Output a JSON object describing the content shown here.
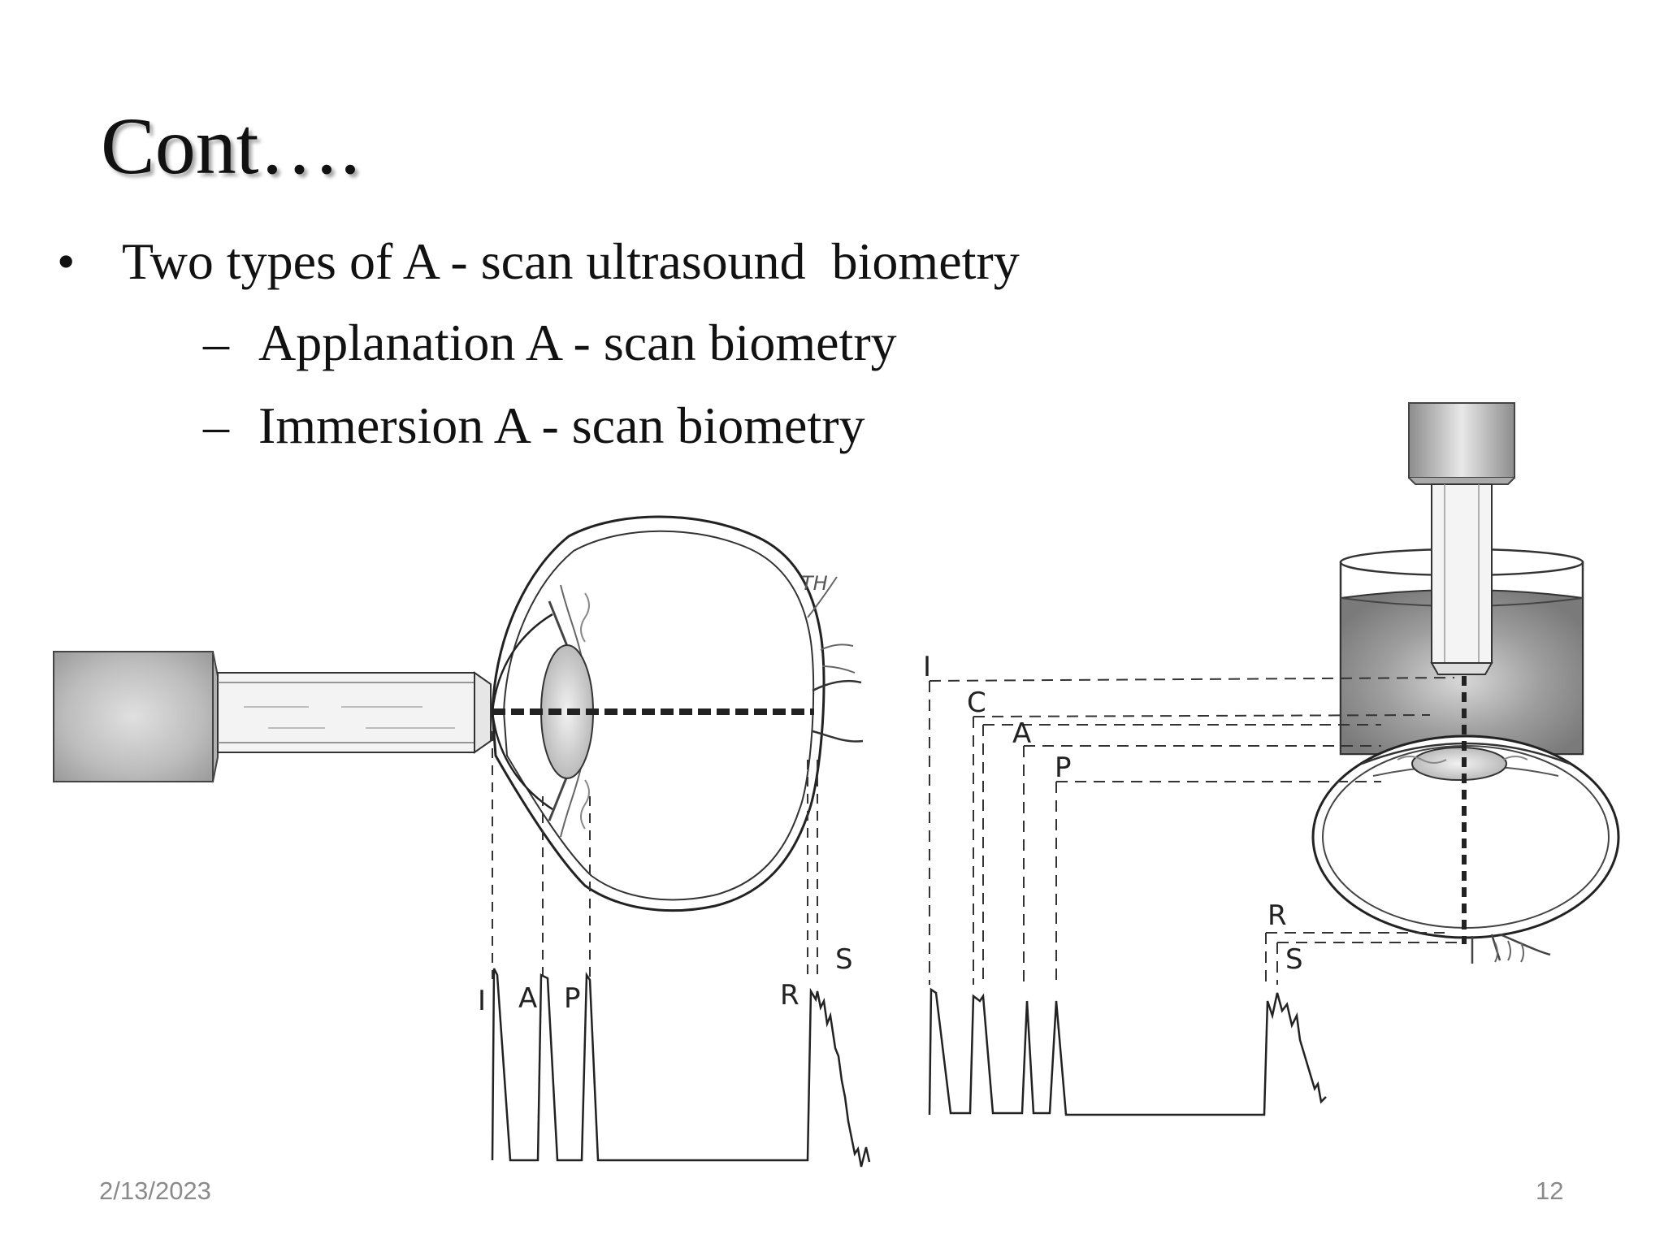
{
  "slide": {
    "title": "Cont….",
    "bullets": [
      {
        "marker": "•",
        "text": "Two types of A - scan ultrasound  biometry",
        "sub": [
          {
            "marker": "–",
            "text": "Applanation A - scan biometry"
          },
          {
            "marker": "–",
            "text": "Immersion A - scan biometry"
          }
        ]
      }
    ],
    "footer": {
      "date": "2/13/2023",
      "page": "12"
    }
  },
  "figure": {
    "applanation_labels": {
      "I": "I",
      "A": "A",
      "P": "P",
      "R": "R",
      "S": "S"
    },
    "immersion_labels": {
      "I": "I",
      "C": "C",
      "A": "A",
      "P": "P",
      "R": "R",
      "S": "S"
    },
    "signature": "TH"
  },
  "colors": {
    "title_text": "#111111",
    "body_text": "#111111",
    "footer_text": "#8a8a8a",
    "diagram_ink": "#222222",
    "probe_fill": "#c8c8c8"
  }
}
